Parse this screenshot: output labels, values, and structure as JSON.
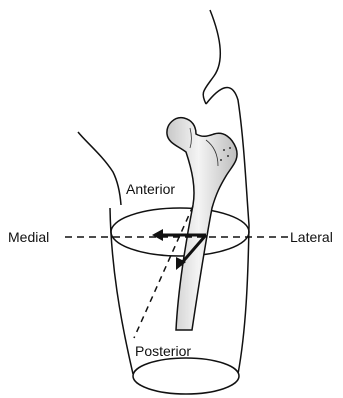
{
  "labels": {
    "anterior": "Anterior",
    "medial": "Medial",
    "lateral": "Lateral",
    "posterior": "Posterior"
  },
  "colors": {
    "line": "#111111",
    "bone_fill": "#e6e6e6",
    "background": "#ffffff"
  }
}
